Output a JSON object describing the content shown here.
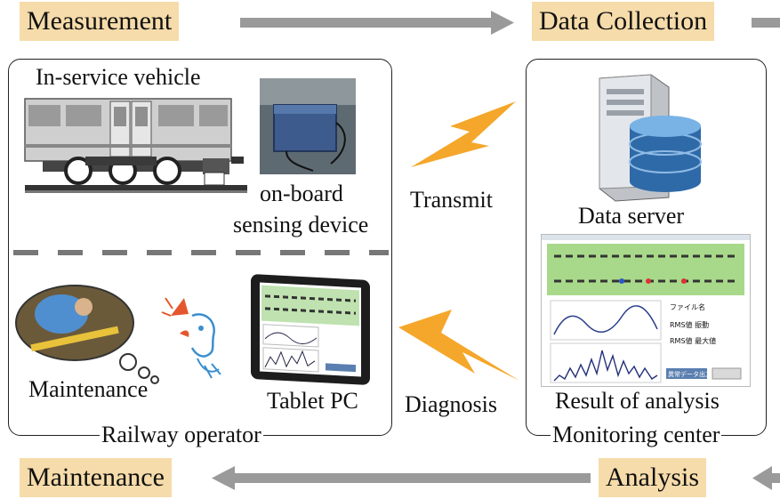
{
  "stages": {
    "measurement": "Measurement",
    "data_collection": "Data Collection",
    "maintenance": "Maintenance",
    "analysis": "Analysis"
  },
  "railway_operator": {
    "caption": "Railway operator",
    "vehicle_label": "In-service vehicle",
    "device_label_line1": "on-board",
    "device_label_line2": "sensing device",
    "maintenance_label": "Maintenance",
    "tablet_label": "Tablet PC"
  },
  "monitoring_center": {
    "caption": "Monitoring center",
    "server_label": "Data server",
    "result_label": "Result of analysis",
    "screen_text": {
      "file_name": "ファイル名",
      "rms_1": "RMS値 振動",
      "rms_2": "RMS値 最大値",
      "button": "異常データ出力"
    }
  },
  "links": {
    "transmit": "Transmit",
    "diagnosis": "Diagnosis"
  },
  "colors": {
    "stage_bg": "#f6dcaa",
    "arrow": "#9a9a9a",
    "lightning": "#f4a72a",
    "panel_border": "#222222"
  }
}
